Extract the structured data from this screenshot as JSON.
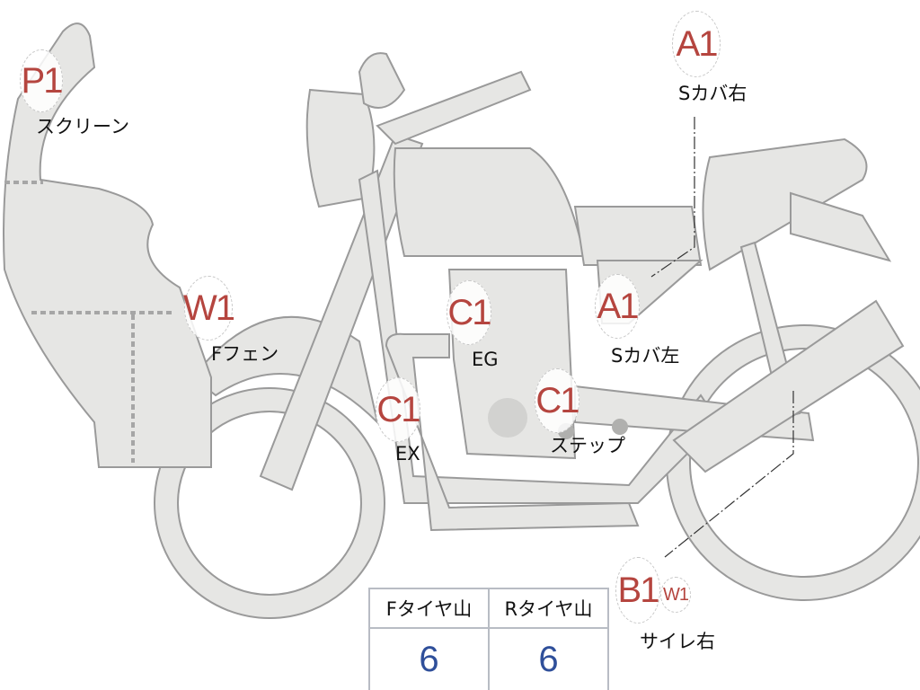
{
  "colors": {
    "part_fill": "#e6e6e4",
    "part_stroke": "#9a9a9a",
    "code": "#b5453f",
    "value": "#2f4f9a"
  },
  "marks": [
    {
      "code": "P1",
      "part": "スクリーン"
    },
    {
      "code": "W1",
      "part": "Fフェン"
    },
    {
      "code": "C1",
      "part": "EG"
    },
    {
      "code": "C1",
      "part": "EX"
    },
    {
      "code": "C1",
      "part": "ステップ"
    },
    {
      "code": "A1",
      "part": "Sカバ左"
    },
    {
      "code": "A1",
      "part": "Sカバ右"
    },
    {
      "code": "B1",
      "secondary": "W1",
      "part": "サイレ右"
    }
  ],
  "tire_table": {
    "headers": [
      "Fタイヤ山",
      "Rタイヤ山"
    ],
    "values": [
      "6",
      "6"
    ]
  }
}
